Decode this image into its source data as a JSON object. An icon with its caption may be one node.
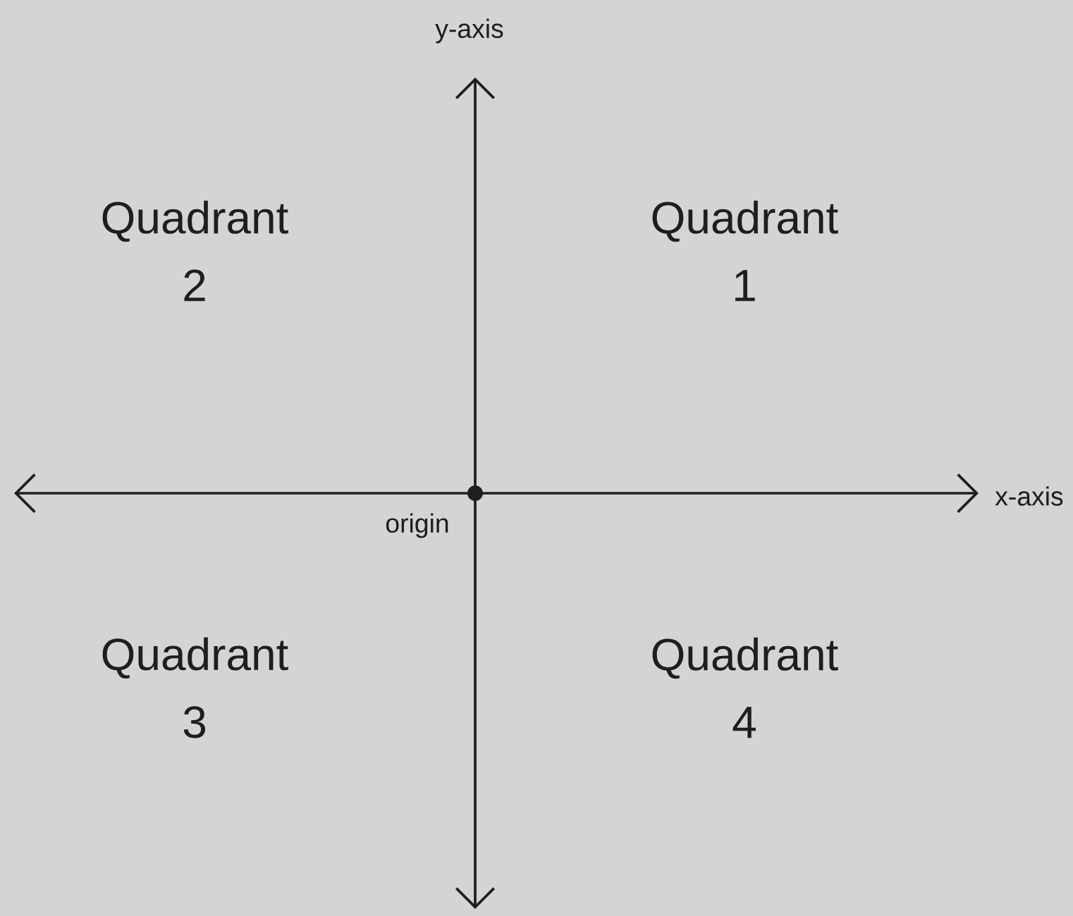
{
  "diagram": {
    "labels": [
      "y-axis",
      "Quadrant 2",
      "Quadrant 1",
      "x-axis",
      "origin",
      "Quadrant 3",
      "Quadrant 4"
    ]
  }
}
